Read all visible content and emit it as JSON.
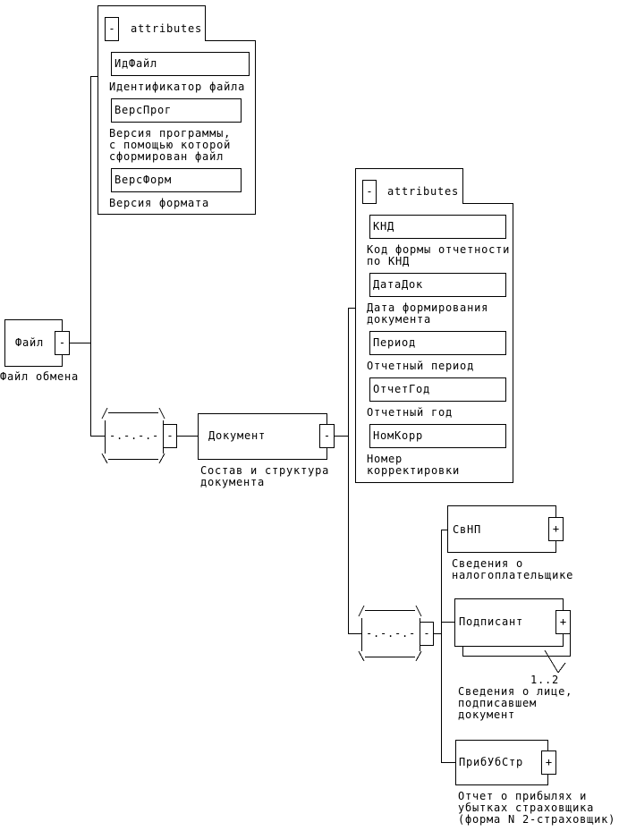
{
  "diagram": {
    "root": {
      "name": "Файл",
      "description": "Файл обмена",
      "toggle": "-"
    },
    "root_attributes": {
      "header": "attributes",
      "toggle": "-",
      "items": [
        {
          "name": "ИдФайл",
          "description": "Идентификатор файла"
        },
        {
          "name": "ВерсПрог",
          "description": "Версия программы,\nс помощью которой\nсформирован файл"
        },
        {
          "name": "ВерсФорм",
          "description": "Версия формата"
        }
      ]
    },
    "root_sequence": {
      "label": "-.-.-.-",
      "toggle": "-"
    },
    "document": {
      "name": "Документ",
      "description": "Состав и структура\nдокумента",
      "toggle": "-"
    },
    "document_attributes": {
      "header": "attributes",
      "toggle": "-",
      "items": [
        {
          "name": "КНД",
          "description": "Код формы отчетности\nпо КНД"
        },
        {
          "name": "ДатаДок",
          "description": "Дата формирования\nдокумента"
        },
        {
          "name": "Период",
          "description": "Отчетный период"
        },
        {
          "name": "ОтчетГод",
          "description": "Отчетный год"
        },
        {
          "name": "НомКорр",
          "description": "Номер\nкорректировки"
        }
      ]
    },
    "document_sequence": {
      "label": "-.-.-.-",
      "toggle": "-"
    },
    "children": [
      {
        "name": "СвНП",
        "description": "Сведения о\nналогоплательщике",
        "toggle": "+"
      },
      {
        "name": "Подписант",
        "description": "Сведения о лице,\nподписавшем\nдокумент",
        "toggle": "+",
        "multiplicity": "1..2"
      },
      {
        "name": "ПрибУбСтр",
        "description": "Отчет о прибылях и\nубытках страховщика\n(форма N 2-страховщик)",
        "toggle": "+"
      }
    ]
  }
}
